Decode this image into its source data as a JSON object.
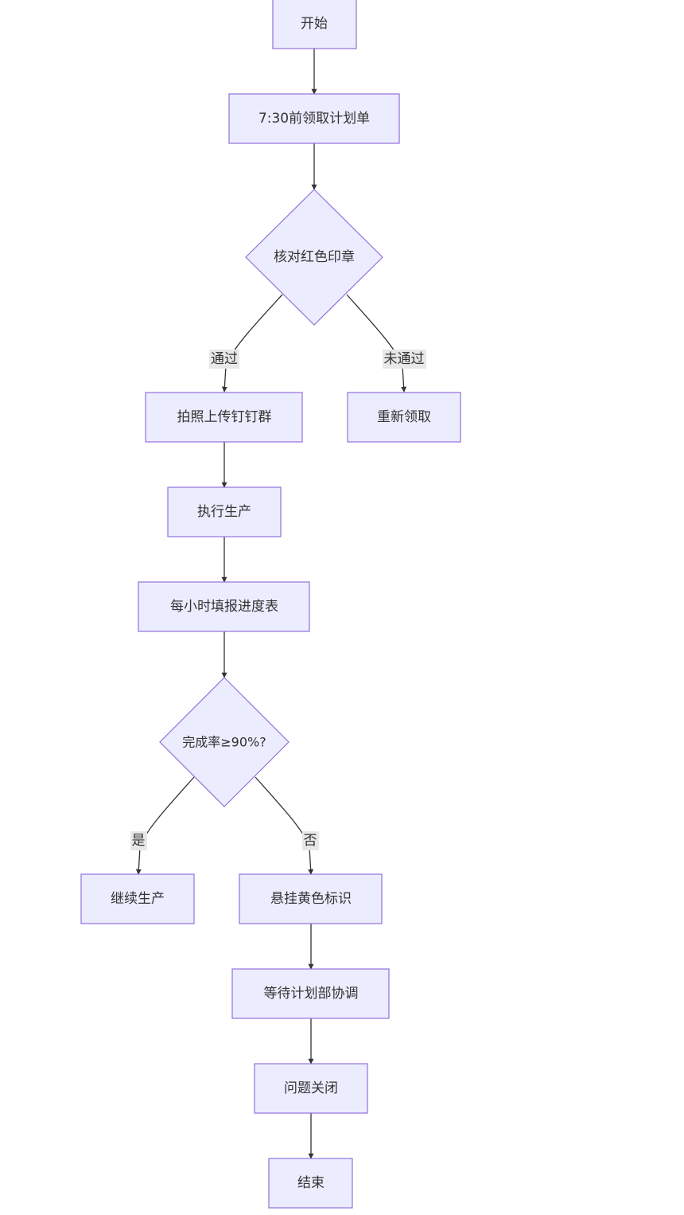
{
  "flowchart": {
    "nodes": {
      "start": "开始",
      "get_plan": "7:30前领取计划单",
      "check_seal": "核对红色印章",
      "upload_photo": "拍照上传钉钉群",
      "re_collect": "重新领取",
      "execute": "执行生产",
      "hourly_report": "每小时填报进度表",
      "rate_check": "完成率≥90%?",
      "continue": "继续生产",
      "yellow_flag": "悬挂黄色标识",
      "wait_coord": "等待计划部协调",
      "issue_closed": "问题关闭",
      "end": "结束"
    },
    "edge_labels": {
      "pass": "通过",
      "fail": "未通过",
      "yes": "是",
      "no": "否"
    },
    "colors": {
      "node_fill": "#ECECFF",
      "node_stroke": "#9370DB",
      "edge": "#333333",
      "label_bg": "#E8E8E8"
    }
  }
}
